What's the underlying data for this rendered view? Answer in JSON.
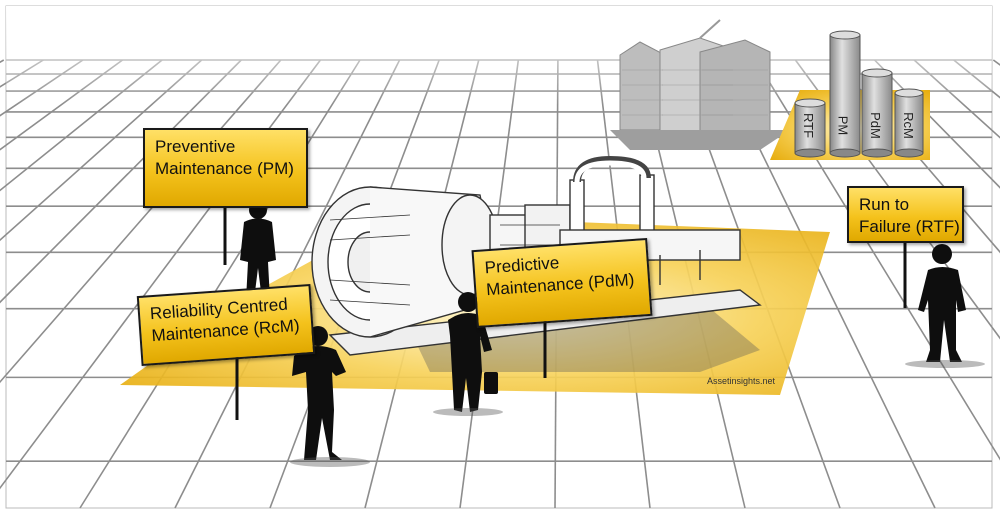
{
  "signs": {
    "pm": [
      "Preventive",
      "Maintenance (PM)"
    ],
    "rtf": [
      "Run to",
      "Failure (RTF)"
    ],
    "pdm": [
      "Predictive",
      "Maintenance (PdM)"
    ],
    "rcm": [
      "Reliability Centred",
      "Maintenance (RcM)"
    ]
  },
  "cylinders": [
    "RTF",
    "PM",
    "PdM",
    "RcM"
  ],
  "watermark": "Assetinsights.net",
  "colors": {
    "accent": "#f4c21c",
    "silhouette": "#111111",
    "grid": "#9a9a9a"
  }
}
